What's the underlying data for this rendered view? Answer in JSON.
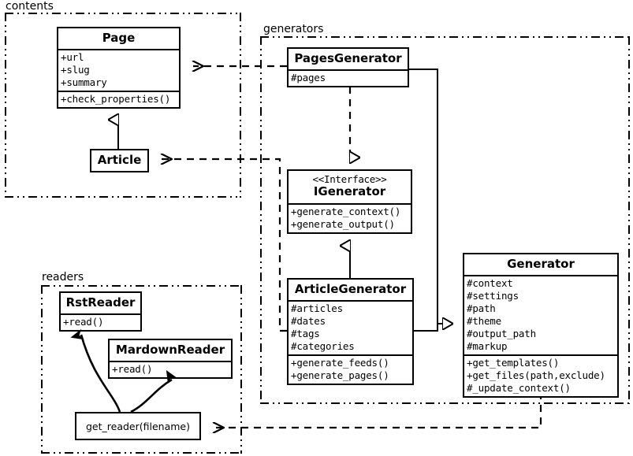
{
  "diagram": {
    "title": "Pelican architecture UML class diagram",
    "background": "#ffffff",
    "line_color": "#000000"
  },
  "packages": [
    {
      "name": "contents-package",
      "label": "contents"
    },
    {
      "name": "generators-package",
      "label": "generators"
    },
    {
      "name": "readers-package",
      "label": "readers"
    }
  ],
  "classes": {
    "page": {
      "name": "Page",
      "attributes": [
        "+url",
        "+slug",
        "+summary"
      ],
      "methods": [
        "+check_properties()"
      ]
    },
    "article": {
      "name": "Article",
      "attributes": [],
      "methods": []
    },
    "pages_generator": {
      "name": "PagesGenerator",
      "attributes": [
        "#pages"
      ],
      "methods": []
    },
    "igenerator": {
      "stereotype": "<<Interface>>",
      "name": "IGenerator",
      "attributes": [],
      "methods": [
        "+generate_context()",
        "+generate_output()"
      ]
    },
    "article_generator": {
      "name": "ArticleGenerator",
      "attributes": [
        "#articles",
        "#dates",
        "#tags",
        "#categories"
      ],
      "methods": [
        "+generate_feeds()",
        "+generate_pages()"
      ]
    },
    "generator": {
      "name": "Generator",
      "attributes": [
        "#context",
        "#settings",
        "#path",
        "#theme",
        "#output_path",
        "#markup"
      ],
      "methods": [
        "+get_templates()",
        "+get_files(path,exclude)",
        "#_update_context()"
      ]
    },
    "rst_reader": {
      "name": "RstReader",
      "attributes": [],
      "methods": [
        "+read()"
      ]
    },
    "mardown_reader": {
      "name": "MardownReader",
      "attributes": [],
      "methods": [
        "+read()"
      ]
    },
    "get_reader": {
      "name": "get_reader(filename)"
    }
  },
  "relationships": [
    {
      "name": "article-inherits-page",
      "type": "generalization",
      "from": "Article",
      "to": "Page"
    },
    {
      "name": "pagesgenerator-realizes-igenerator",
      "type": "realization",
      "from": "PagesGenerator",
      "to": "IGenerator"
    },
    {
      "name": "articlegenerator-inherits-igenerator",
      "type": "generalization",
      "from": "ArticleGenerator",
      "to": "IGenerator"
    },
    {
      "name": "pagesgenerator-inherits-generator",
      "type": "generalization",
      "from": "PagesGenerator",
      "to": "Generator"
    },
    {
      "name": "articlegenerator-inherits-generator",
      "type": "generalization",
      "from": "ArticleGenerator",
      "to": "Generator"
    },
    {
      "name": "pagesgenerator-depends-page",
      "type": "dependency",
      "from": "PagesGenerator",
      "to": "Page"
    },
    {
      "name": "articlegenerator-depends-article",
      "type": "dependency",
      "from": "ArticleGenerator",
      "to": "Article"
    },
    {
      "name": "generator-depends-get-reader",
      "type": "dependency",
      "from": "Generator",
      "to": "get_reader(filename)"
    },
    {
      "name": "get-reader-creates-rstreader",
      "type": "create",
      "from": "get_reader(filename)",
      "to": "RstReader"
    },
    {
      "name": "get-reader-creates-mardownreader",
      "type": "create",
      "from": "get_reader(filename)",
      "to": "MardownReader"
    }
  ]
}
